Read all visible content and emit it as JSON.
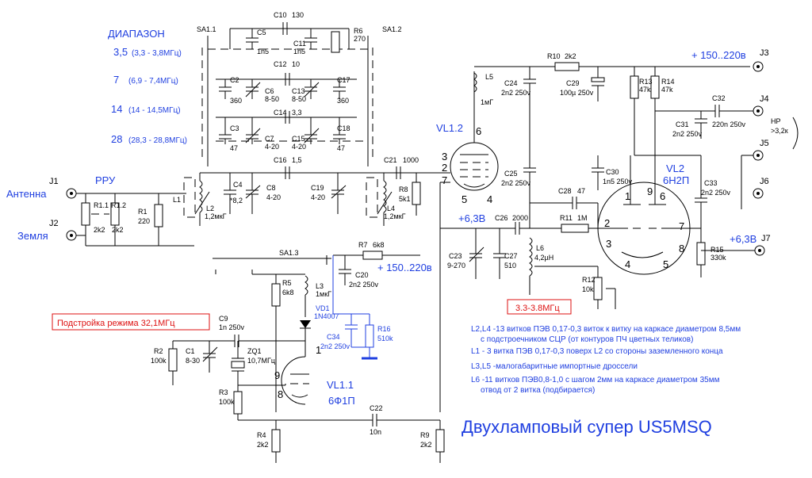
{
  "bands": {
    "header": "ДИАПАЗОН",
    "items": [
      {
        "band": "3,5",
        "range": "(3,3 - 3,8МГц)"
      },
      {
        "band": "7",
        "range": "(6,9 - 7,4МГц)"
      },
      {
        "band": "14",
        "range": "(14 - 14,5МГц)"
      },
      {
        "band": "28",
        "range": "(28,3 - 28,8МГц)"
      }
    ]
  },
  "switches": {
    "sa11": "SA1.1",
    "sa12": "SA1.2",
    "sa13": "SA1.3"
  },
  "inputs": {
    "j1": "J1",
    "j2": "J2",
    "antenna": "Антенна",
    "ground": "Земля",
    "rru": "РРУ",
    "r11": "R1.1",
    "r12": "R1.2",
    "r1": "R1",
    "r1v": "220",
    "r11v": "2k2",
    "r12v": "2k2"
  },
  "comp": {
    "c10": "C10",
    "c10v": "130",
    "r6": "R6",
    "r6v": "270",
    "c5": "C5",
    "c5v": "1n5",
    "c11": "C11",
    "c11v": "1n5",
    "c12": "C12",
    "c12v": "10",
    "c2": "C2",
    "c2v": "360",
    "c6": "C6",
    "c6v": "8-50",
    "c13": "C13",
    "c13v": "8-50",
    "c17": "C17",
    "c17v": "360",
    "c14": "C14",
    "c14v": "3,3",
    "c3": "C3",
    "c3v": "47",
    "c7": "C7",
    "c7v": "4-20",
    "c15": "C15",
    "c15v": "4-20",
    "c18": "C18",
    "c18v": "47",
    "c16": "C16",
    "c16v": "1,5",
    "c21": "C21",
    "c21v": "1000",
    "c4": "C4",
    "c4v": "*8,2",
    "c8": "C8",
    "c8v": "4-20",
    "c19": "C19",
    "c19v": "4-20",
    "l1": "L1",
    "l2": "L2",
    "l2v": "1,2мкГ",
    "l4": "L4",
    "l4v": "1,2мкГ",
    "r8": "R8",
    "r8v": "5k1",
    "l5": "L5",
    "l5v": "1мГ",
    "r10": "R10",
    "r10v": "2k2",
    "c24": "C24",
    "c24v": "2n2 250v",
    "c29": "C29",
    "c29v": "100µ 250v",
    "r13": "R13",
    "r13v": "47k",
    "r14": "R14",
    "r14v": "47k",
    "c32": "C32",
    "c32v": "220n 250v",
    "c31": "C31",
    "c31v": "2n2 250v",
    "c25": "C25",
    "c25v": "2n2 250v",
    "c30": "C30",
    "c30v": "1n5 250v",
    "c33": "C33",
    "c33v": "2n2 250v",
    "c28": "C28",
    "c28v": "47",
    "r11": "R11",
    "r11v": "1M",
    "c26": "C26",
    "c26v": "2000",
    "c23": "C23",
    "c23v": "9-270",
    "c27": "C27",
    "c27v": "510",
    "l6": "L6",
    "l6v": "4,2µH",
    "r12": "R12",
    "r12v": "10k",
    "r15": "R15",
    "r15v": "330k",
    "r7": "R7",
    "r7v": "6k8",
    "r5": "R5",
    "r5v": "6k8",
    "l3": "L3",
    "l3v": "1мкГ",
    "c20": "C20",
    "c20v": "2n2 250v",
    "vd1": "VD1",
    "vd1v": "1N4007",
    "c34": "C34",
    "c34v": "2n2 250v",
    "r16": "R16",
    "r16v": "510k",
    "c9": "C9",
    "c9v": "1n 250v",
    "r2": "R2",
    "r2v": "100k",
    "c1": "C1",
    "c1v": "8-30",
    "zq1": "ZQ1",
    "zq1v": "10,7МГц",
    "r3": "R3",
    "r3v": "100k",
    "c22": "C22",
    "c22v": "10n",
    "r4": "R4",
    "r4v": "2k2",
    "r9": "R9",
    "r9v": "2k2"
  },
  "tubes": {
    "vl12": "VL1.2",
    "vl11": "VL1.1",
    "vl11type": "6Ф1П",
    "vl2": "VL2",
    "vl2type": "6Н2П"
  },
  "connectors": {
    "j3": "J3",
    "j4": "J4",
    "j5": "J5",
    "j6": "J6",
    "j7": "J7",
    "hp": "HP",
    "hpv": ">3,2к"
  },
  "supply": {
    "hv1": "+ 150..220в",
    "hv2": "+ 150..220в",
    "heater1": "+6,3В",
    "heater2": "+6,3В"
  },
  "pins": {
    "vl12": [
      "6",
      "3",
      "2",
      "7",
      "5",
      "4"
    ],
    "vl2": [
      "1",
      "9",
      "6",
      "2",
      "7",
      "3",
      "8",
      "4",
      "5"
    ],
    "vl11": [
      "1",
      "9",
      "8"
    ]
  },
  "labels": {
    "tune_mode": "Подстройка  режима 32,1МГц",
    "if_band": "3.3-3.8МГц",
    "title": "Двухламповый супер US5MSQ"
  },
  "notes": [
    "L2,L4 -13 витков ПЭВ 0,17-0,3 виток к витку на каркасе диаметром 8,5мм",
    "с подстроечником СЦР (от контуров ПЧ цветных теликов)",
    "L1 - 3 витка ПЭВ 0,17-0,3 поверх L2 со стороны заземленного конца",
    "L3,L5 -малогабаритные импортные дроссели",
    "L6 -11 витков ПЭВ0,8-1,0 с шагом 2мм на каркасе диаметром 35мм",
    "отвод от 2 витка (подбирается)"
  ],
  "colors": {
    "blue": "#1f3fe0",
    "red": "#dd1111",
    "black": "#000000"
  }
}
